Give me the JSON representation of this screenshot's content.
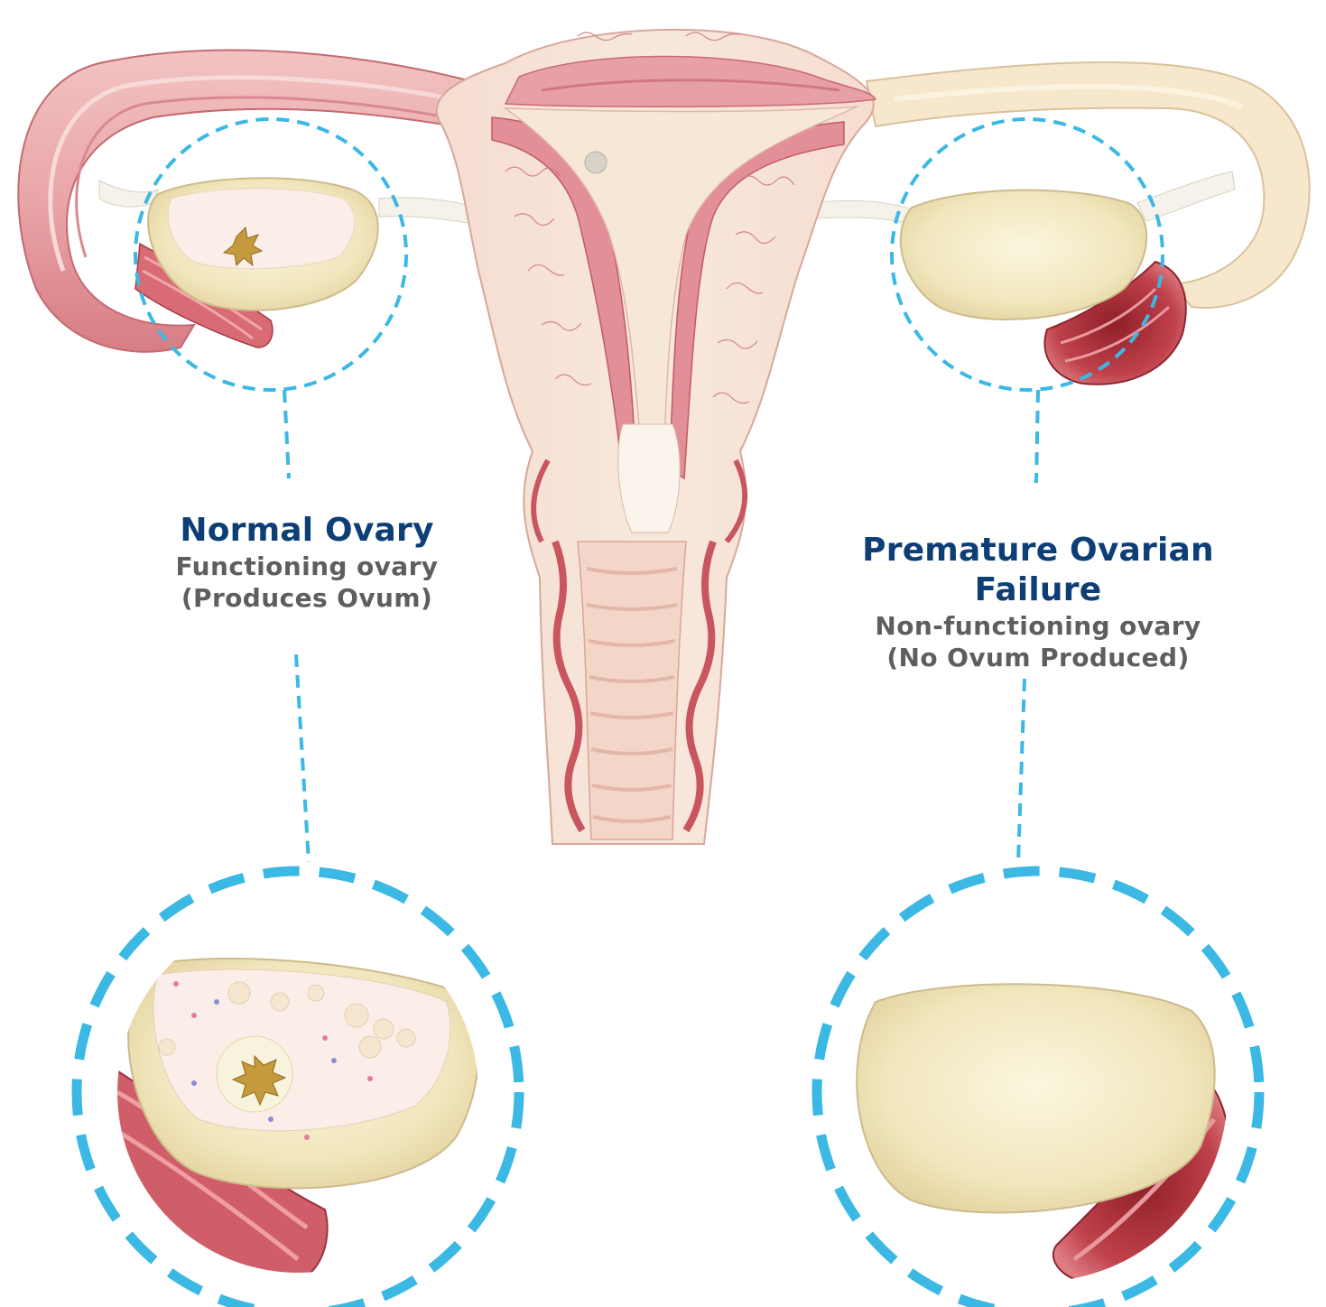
{
  "labels": {
    "normal": {
      "title": "Normal Ovary",
      "line1": "Functioning ovary",
      "line2": "(Produces Ovum)"
    },
    "failure": {
      "title": "Premature Ovarian Failure",
      "line1": "Non-functioning ovary",
      "line2": "(No Ovum Produced)"
    }
  },
  "colors": {
    "title": "#0d3f76",
    "subtitle": "#5e5e5e",
    "dashed_circle": "#3bb8e3",
    "tissue_pink": "#e59aa0",
    "tissue_dark": "#c9585f",
    "tissue_cream": "#f6e7cf",
    "ovary_cream": "#f3eac4",
    "fimbria_red": "#b8333a"
  }
}
